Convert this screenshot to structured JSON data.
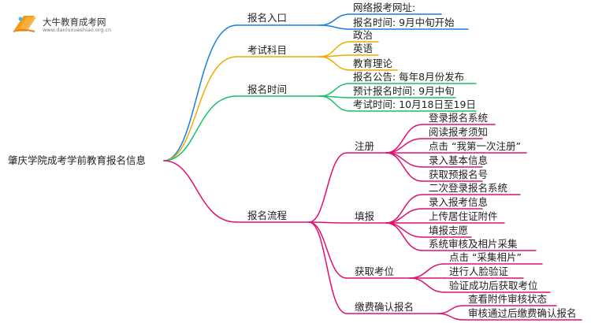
{
  "header": {
    "site_name": "大牛教育成考网",
    "site_url": "www.daniuxueshiao.org.cn"
  },
  "mindmap": {
    "root": "肇庆学院成考学前教育报名信息",
    "branch1": {
      "label": "报名入口",
      "items": [
        "网络报考网址:",
        "报名时间: 9月中旬开始"
      ]
    },
    "branch2": {
      "label": "考试科目",
      "items": [
        "政治",
        "英语",
        "教育理论"
      ]
    },
    "branch3": {
      "label": "报名时间",
      "items": [
        "报名公告: 每年8月份发布",
        "预计报名时间: 9月中旬",
        "考试时间: 10月18日至19日"
      ]
    },
    "branch4": {
      "label": "报名流程",
      "sub1": {
        "label": "注册",
        "items": [
          "登录报名系统",
          "阅读报考须知",
          "点击 “我第一次注册”",
          "录入基本信息",
          "获取预报名号"
        ]
      },
      "sub2": {
        "label": "填报",
        "items": [
          "二次登录报名系统",
          "录入报考信息",
          "上传居住证附件",
          "填报志愿",
          "系统审核及相片采集"
        ]
      },
      "sub3": {
        "label": "获取考位",
        "items": [
          "点击 “采集相片”",
          "进行人脸验证",
          "验证成功后获取考位"
        ]
      },
      "sub4": {
        "label": "缴费确认报名",
        "items": [
          "查看附件审核状态",
          "审核通过后缴费确认报名"
        ]
      }
    }
  },
  "colors": {
    "blue": "#1a7fe0",
    "orange": "#f2a900",
    "green": "#1dbf6a",
    "magenta": "#e0106e"
  }
}
